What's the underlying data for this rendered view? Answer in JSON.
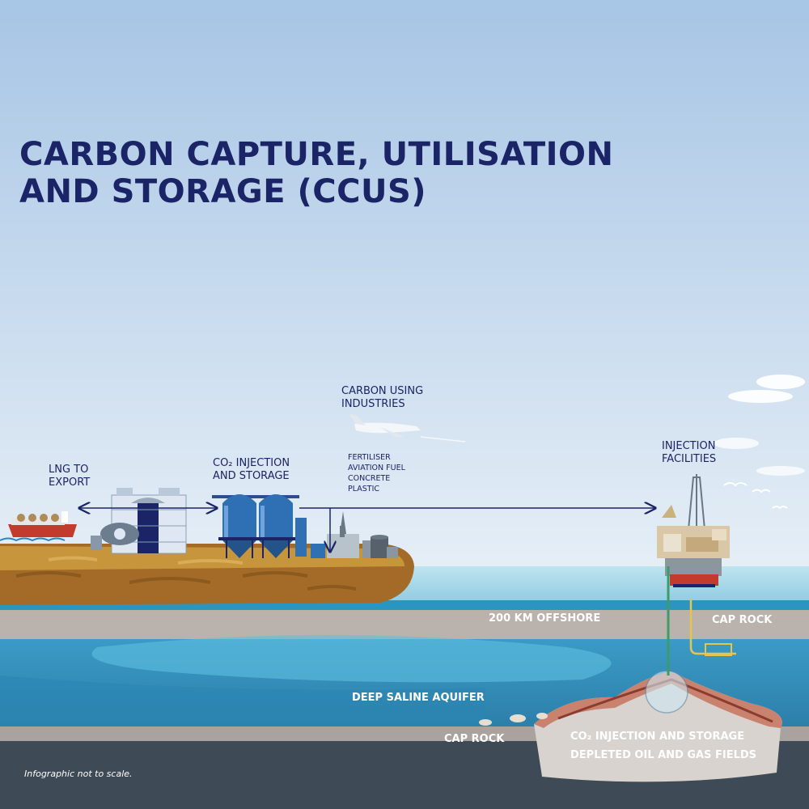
{
  "title": "CARBON CAPTURE, UTILISATION AND STORAGE (CCUS)",
  "labels": {
    "lng": "LNG TO EXPORT",
    "co2_storage_onshore": "CO₂ INJECTION AND STORAGE",
    "carbon_industries": "CARBON USING INDUSTRIES",
    "injection_facilities": "INJECTION FACILITIES",
    "offshore_distance": "200 KM OFFSHORE",
    "cap_rock_right": "CAP ROCK",
    "cap_rock_left": "CAP ROCK",
    "deep_saline_aquifer": "DEEP SALINE AQUIFER",
    "co2_injection_storage": "CO₂ INJECTION AND STORAGE",
    "depleted_fields": "DEPLETED OIL AND GAS FIELDS"
  },
  "industries": [
    "FERTILISER",
    "AVIATION FUEL",
    "CONCRETE",
    "PLASTIC"
  ],
  "footnote": "Infographic not to scale.",
  "colors": {
    "title": "#1b2466",
    "sky_top": "#a7c5e5",
    "sky_bottom": "#e6eef6",
    "sea_surface": "#9fd4e6",
    "sea_deep": "#2a8fb9",
    "land": "#b5832e",
    "cap_rock": "#b9b2ad",
    "bedrock": "#3e4a55",
    "aquifer": "#3da6cf",
    "gas_field": "#c9826e"
  },
  "icons": [
    "lng-ship-icon",
    "lng-plant-icon",
    "storage-silo-icon",
    "airplane-icon",
    "factory-icon",
    "oil-platform-icon",
    "bird-icon",
    "cloud-icon"
  ]
}
